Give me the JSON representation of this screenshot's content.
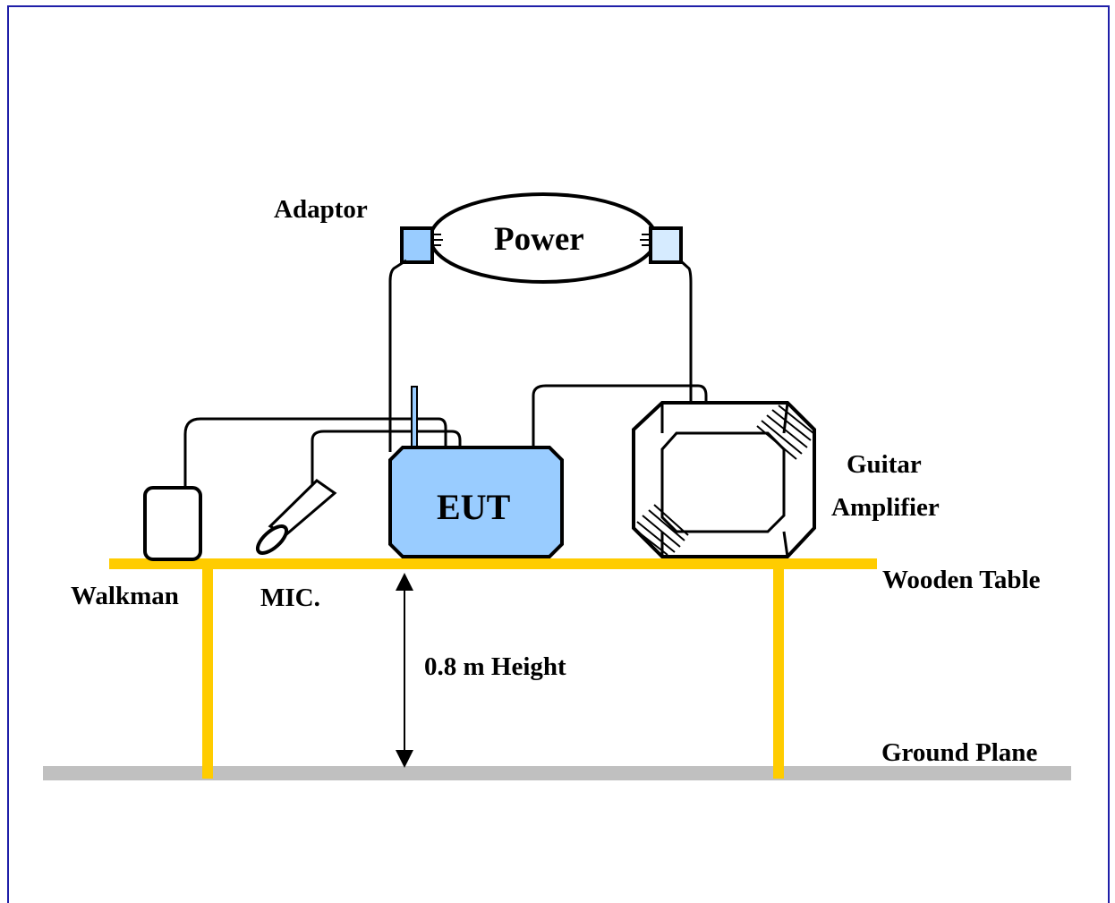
{
  "labels": {
    "adaptor": "Adaptor",
    "power": "Power",
    "eut": "EUT",
    "guitar": "Guitar",
    "amplifier": "Amplifier",
    "walkman": "Walkman",
    "mic": "MIC.",
    "wooden_table": "Wooden Table",
    "height": "0.8 m Height",
    "ground_plane": "Ground Plane"
  },
  "colors": {
    "frame": "#1f1fa8",
    "table": "#ffcc00",
    "ground": "#c0c0c0",
    "eut_fill": "#99ccff",
    "adaptor_left": "#99ccff",
    "adaptor_right": "#d6ebff"
  }
}
